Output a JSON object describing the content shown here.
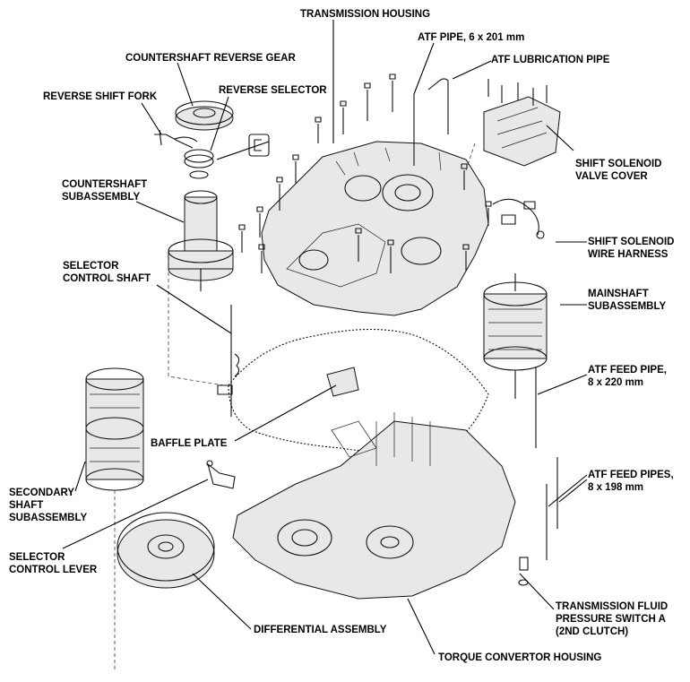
{
  "labels": {
    "transmission_housing": "TRANSMISSION HOUSING",
    "atf_pipe": "ATF PIPE, 6 x 201 mm",
    "atf_lubrication_pipe": "ATF LUBRICATION PIPE",
    "countershaft_reverse_gear": "COUNTERSHAFT REVERSE GEAR",
    "reverse_shift_fork": "REVERSE SHIFT FORK",
    "reverse_selector": "REVERSE SELECTOR",
    "countershaft_subassembly_1": "COUNTERSHAFT",
    "countershaft_subassembly_2": "SUBASSEMBLY",
    "shift_solenoid_valve_cover_1": "SHIFT SOLENOID",
    "shift_solenoid_valve_cover_2": "VALVE COVER",
    "shift_solenoid_wire_harness_1": "SHIFT SOLENOID",
    "shift_solenoid_wire_harness_2": "WIRE HARNESS",
    "selector_control_shaft_1": "SELECTOR",
    "selector_control_shaft_2": "CONTROL SHAFT",
    "mainshaft_subassembly_1": "MAINSHAFT",
    "mainshaft_subassembly_2": "SUBASSEMBLY",
    "atf_feed_pipe_1": "ATF FEED PIPE,",
    "atf_feed_pipe_2": "8 x 220 mm",
    "baffle_plate": "BAFFLE PLATE",
    "atf_feed_pipes_1": "ATF FEED PIPES,",
    "atf_feed_pipes_2": "8 x 198 mm",
    "secondary_shaft_subassembly_1": "SECONDARY",
    "secondary_shaft_subassembly_2": "SHAFT",
    "secondary_shaft_subassembly_3": "SUBASSEMBLY",
    "selector_control_lever_1": "SELECTOR",
    "selector_control_lever_2": "CONTROL LEVER",
    "transmission_fluid_pressure_switch_1": "TRANSMISSION FLUID",
    "transmission_fluid_pressure_switch_2": "PRESSURE SWITCH A",
    "transmission_fluid_pressure_switch_3": "(2ND CLUTCH)",
    "differential_assembly": "DIFFERENTIAL ASSEMBLY",
    "torque_convertor_housing": "TORQUE CONVERTOR HOUSING"
  },
  "colors": {
    "ink": "#000000",
    "paper": "#ffffff",
    "shade": "#e8e8e8"
  }
}
